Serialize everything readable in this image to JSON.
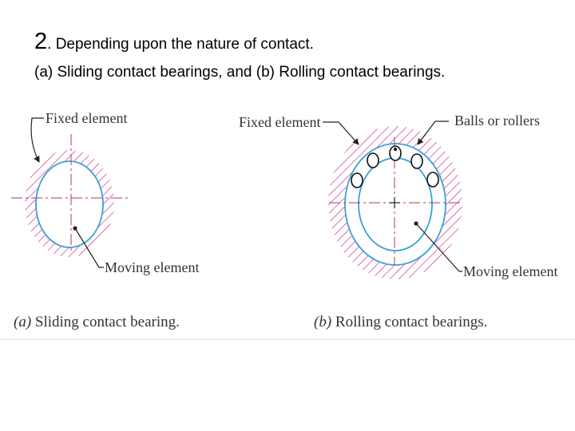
{
  "heading": {
    "number": "2",
    "text": ". Depending upon the nature of contact.",
    "subtitle": "(a) Sliding contact bearings, and (b) Rolling contact bearings."
  },
  "figure_a": {
    "fixed_label": "Fixed element",
    "moving_label": "Moving element",
    "caption_letter": "(a)",
    "caption_text": " Sliding contact bearing."
  },
  "figure_b": {
    "fixed_label": "Fixed element",
    "balls_label": "Balls or rollers",
    "moving_label": "Moving element",
    "caption_letter": "(b)",
    "caption_text": " Rolling contact bearings."
  },
  "colors": {
    "hatch": "#d0208a",
    "ring": "#3aa0d8",
    "centerline": "#b0307a",
    "leader": "#222222"
  }
}
